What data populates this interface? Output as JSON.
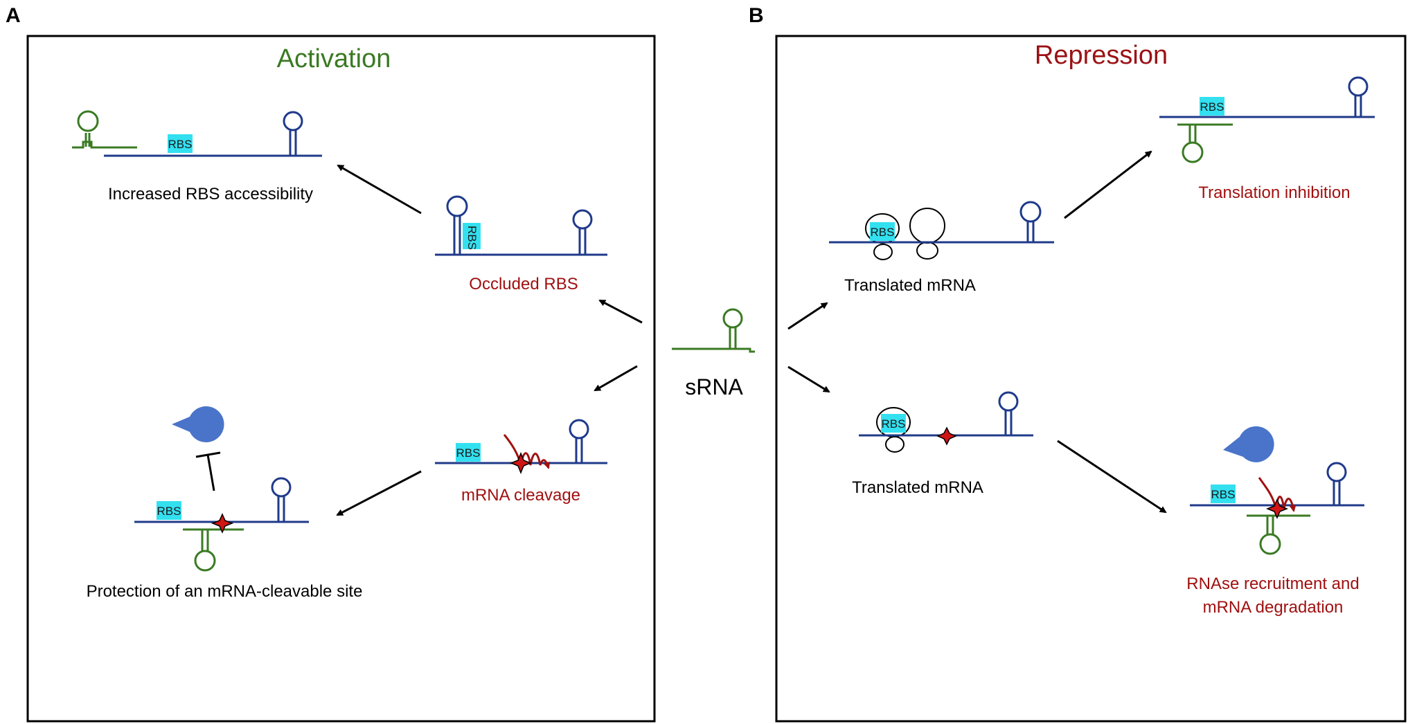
{
  "panels": {
    "a": {
      "letter": "A",
      "title": "Activation",
      "labels": {
        "increased_rbs": "Increased RBS accessibility",
        "occluded_rbs": "Occluded RBS",
        "mrna_cleavage": "mRNA cleavage",
        "protection": "Protection  of an mRNA-cleavable site"
      }
    },
    "b": {
      "letter": "B",
      "title": "Repression",
      "labels": {
        "translated_mrna_1": "Translated mRNA",
        "translated_mrna_2": "Translated mRNA",
        "translation_inhibition": "Translation inhibition",
        "rnase_line1": "RNAse recruitment  and",
        "rnase_line2": "mRNA degradation"
      }
    }
  },
  "center": {
    "srna_label": "sRNA"
  },
  "rbs_label": "RBS",
  "colors": {
    "activation": "#3a7a23",
    "repression": "#9b1115",
    "mrna": "#1f3a8a",
    "rbs_box": "#33e0f0",
    "rnase": "#4a74c9",
    "cleavage_site": "#d01515"
  }
}
